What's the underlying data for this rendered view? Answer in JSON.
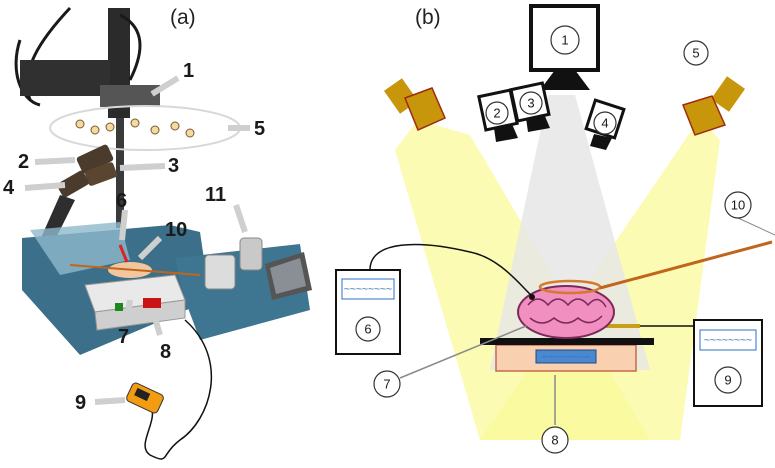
{
  "panels": {
    "a": {
      "label": "(a)"
    },
    "b": {
      "label": "(b)"
    }
  },
  "photo_callouts": [
    "1",
    "2",
    "3",
    "4",
    "5",
    "6",
    "7",
    "8",
    "9",
    "10",
    "11"
  ],
  "diagram_callouts": [
    "1",
    "2",
    "3",
    "4",
    "5",
    "6",
    "7",
    "8",
    "9",
    "10"
  ],
  "signal_text": "~~~~~~~~",
  "colors": {
    "light_beam": "#fafa9a",
    "lamp": "#c8960a",
    "brain": "#f08fc0",
    "heater_pad": "#f9d0b0",
    "sensor": "#4a88d0",
    "probe": "#c0651a",
    "ring": "#d47a2a"
  }
}
